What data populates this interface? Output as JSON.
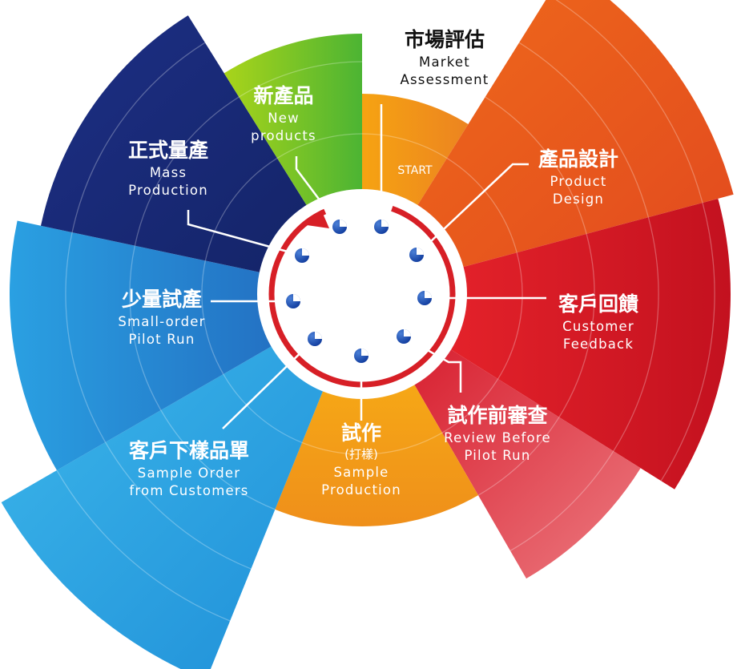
{
  "start_label": "START",
  "stages": [
    {
      "id": "market-assessment",
      "zh": "市場評估",
      "en": [
        "Market",
        "Assessment"
      ],
      "color": "#f39a14"
    },
    {
      "id": "product-design",
      "zh": "產品設計",
      "en": [
        "Product",
        "Design"
      ],
      "color": "#e8581b"
    },
    {
      "id": "customer-feedback",
      "zh": "客戶回饋",
      "en": [
        "Customer",
        "Feedback"
      ],
      "color": "#d81f26"
    },
    {
      "id": "review-before-pilot",
      "zh": "試作前審查",
      "en": [
        "Review Before",
        "Pilot Run"
      ],
      "color": "#d8283a"
    },
    {
      "id": "sample-production",
      "zh": "試作",
      "sub": "(打樣)",
      "en": [
        "Sample",
        "Production"
      ],
      "color": "#f39a14"
    },
    {
      "id": "sample-order",
      "zh": "客戶下樣品單",
      "en": [
        "Sample Order",
        "from Customers"
      ],
      "color": "#2ea7e2"
    },
    {
      "id": "pilot-run",
      "zh": "少量試產",
      "en": [
        "Small-order",
        "Pilot Run"
      ],
      "color": "#2a8fd8"
    },
    {
      "id": "mass-production",
      "zh": "正式量產",
      "en": [
        "Mass",
        "Production"
      ],
      "color": "#1b2c7a"
    },
    {
      "id": "new-products",
      "zh": "新產品",
      "en": [
        "New",
        "products"
      ],
      "color": "#7fc31c"
    }
  ]
}
